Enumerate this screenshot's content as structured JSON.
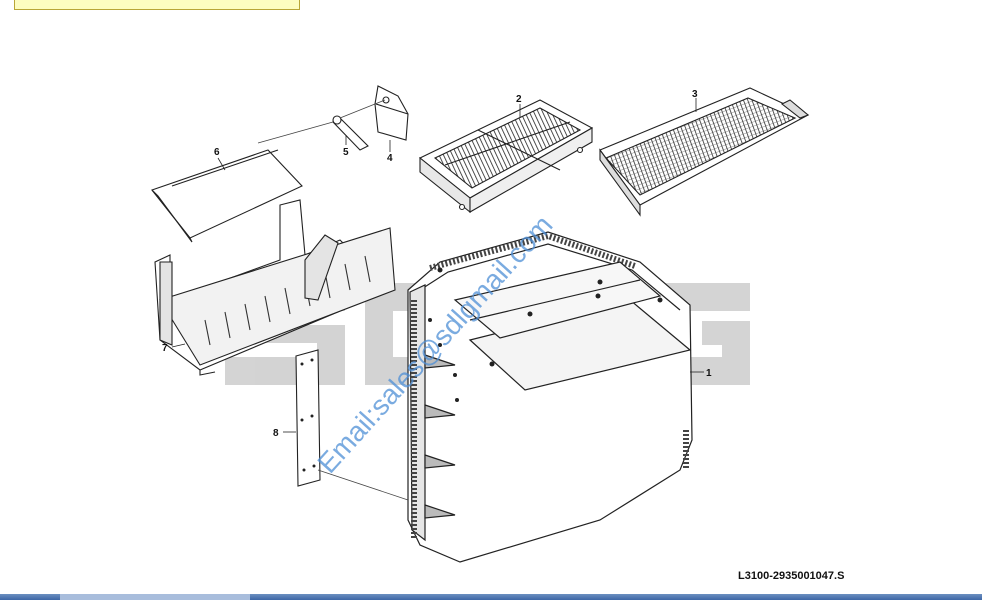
{
  "diagram": {
    "watermark_logo": "SDLG",
    "watermark_email": "Email:sales@sdlgmail.com",
    "drawing_code": "L3100-2935001047.S",
    "callouts": [
      {
        "id": "1",
        "text": "1"
      },
      {
        "id": "2",
        "text": "2"
      },
      {
        "id": "3",
        "text": "3"
      },
      {
        "id": "4",
        "text": "4"
      },
      {
        "id": "5",
        "text": "5"
      },
      {
        "id": "6",
        "text": "6"
      },
      {
        "id": "7",
        "text": "7"
      },
      {
        "id": "8",
        "text": "8"
      }
    ]
  },
  "colors": {
    "top_box_fill": "#fdfdc0",
    "top_box_border": "#b9a637",
    "watermark_text": "#4e8fd6",
    "watermark_logo": "#c8c8c8",
    "bottom_bar": "#3d66a6"
  }
}
